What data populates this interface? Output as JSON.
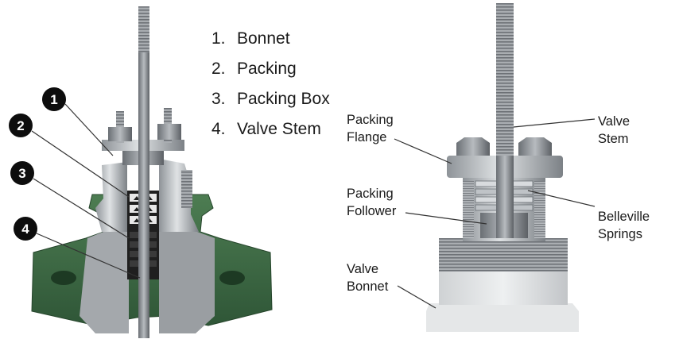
{
  "left_figure": {
    "markers": [
      "1",
      "2",
      "3",
      "4"
    ],
    "legend": [
      {
        "num": "1.",
        "label": "Bonnet"
      },
      {
        "num": "2.",
        "label": "Packing"
      },
      {
        "num": "3.",
        "label": "Packing Box"
      },
      {
        "num": "4.",
        "label": "Valve Stem"
      }
    ]
  },
  "right_figure": {
    "callouts": {
      "packing_flange": [
        "Packing",
        "Flange"
      ],
      "packing_follower": [
        "Packing",
        "Follower"
      ],
      "valve_bonnet": [
        "Valve",
        "Bonnet"
      ],
      "valve_stem": [
        "Valve",
        "Stem"
      ],
      "belleville_springs": [
        "Belleville",
        "Springs"
      ]
    }
  },
  "colors": {
    "steel_light": "#c9cccf",
    "steel_mid": "#9ea3a8",
    "steel_dark": "#5d6166",
    "casting_green": "#3f6e46",
    "marker_black": "#0d0d0d",
    "leader_line": "#333333"
  }
}
